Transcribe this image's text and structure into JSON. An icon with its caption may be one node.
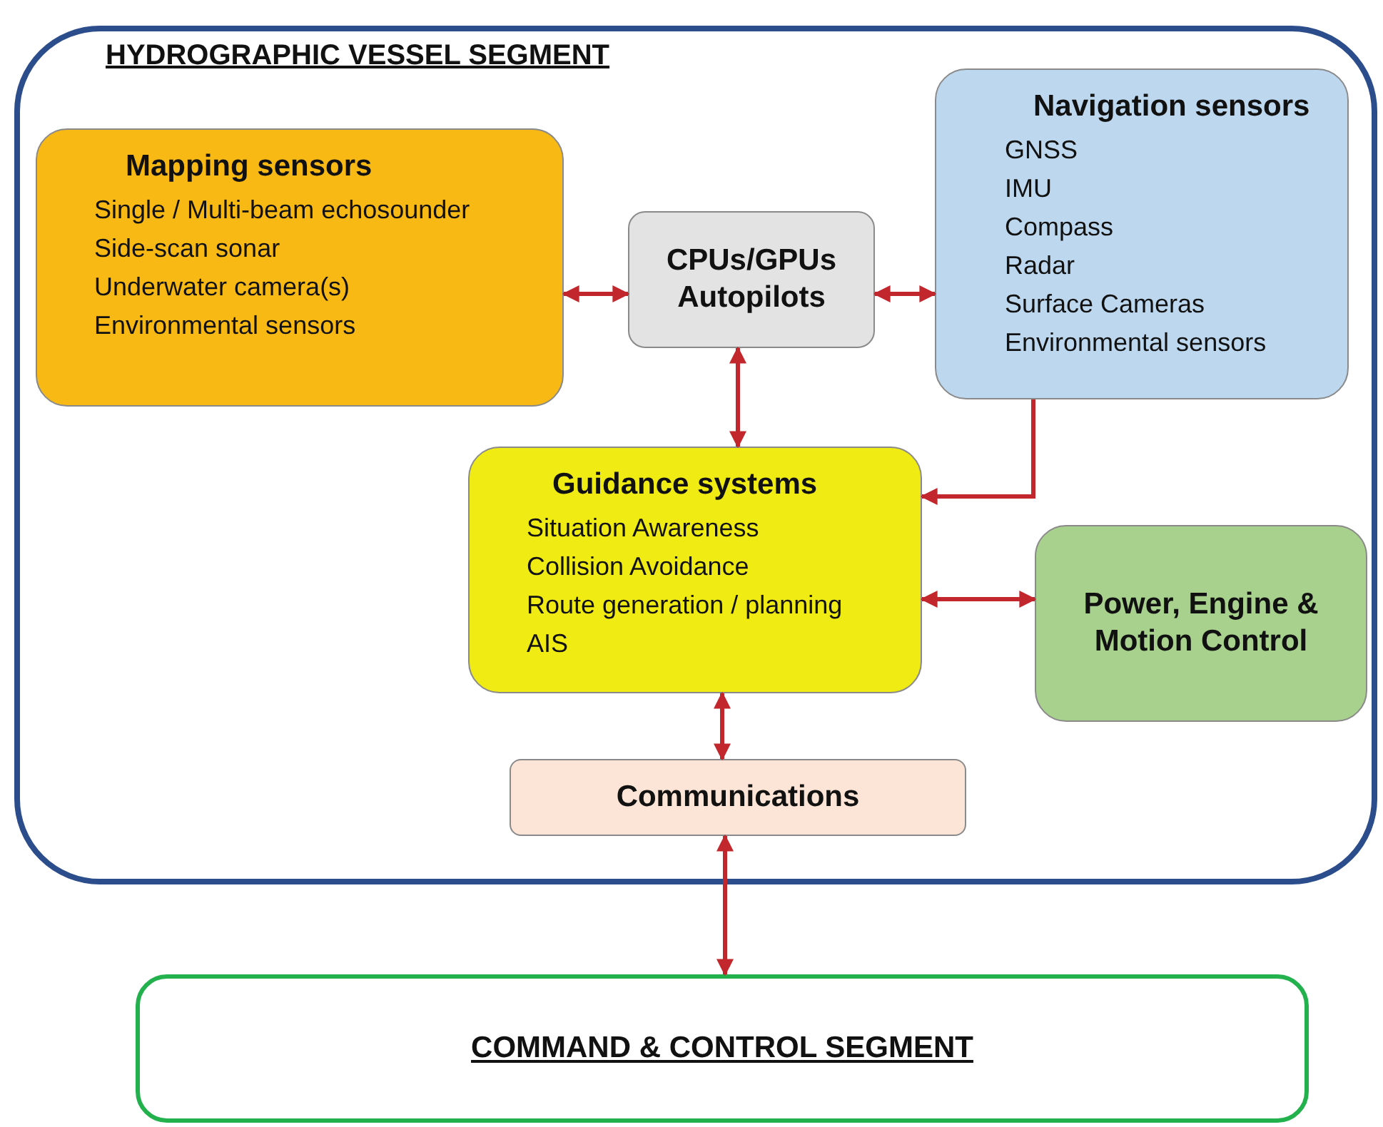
{
  "diagram": {
    "nodes": [
      {
        "text": [
          "HYDROGRAPHIC VESSEL SEGMENT"
        ]
      },
      {
        "text": [
          "Mapping sensors",
          "Single / Multi-beam echosounder",
          "Side-scan sonar",
          "Underwater camera(s)",
          "Environmental sensors"
        ],
        "in": 0
      },
      {
        "text": [
          "CPUs/GPUs Autopilots"
        ],
        "in": 0
      },
      {
        "text": [
          "Navigation sensors",
          "GNSS",
          "IMU",
          "Compass",
          "Radar",
          "Surface Cameras",
          "Environmental sensors"
        ],
        "in": 0
      },
      {
        "text": [
          "Guidance systems",
          "Situation Awareness",
          "Collision Avoidance",
          "Route generation / planning",
          "AIS"
        ],
        "in": 0
      },
      {
        "text": [
          "Power, Engine & Motion Control"
        ],
        "in": 0
      },
      {
        "text": [
          "Communications"
        ],
        "in": 0
      },
      {
        "text": [
          "COMMAND & CONTROL SEGMENT"
        ]
      }
    ],
    "edges": [
      {
        "from": 1,
        "to": 2,
        "arrow": "both"
      },
      {
        "from": 2,
        "to": 3,
        "arrow": "both"
      },
      {
        "from": 2,
        "to": 4,
        "arrow": "both"
      },
      {
        "from": 3,
        "to": 4,
        "arrow": "to"
      },
      {
        "from": 4,
        "to": 5,
        "arrow": "both"
      },
      {
        "from": 4,
        "to": 6,
        "arrow": "both"
      },
      {
        "from": 6,
        "to": 7,
        "arrow": "both"
      }
    ]
  }
}
